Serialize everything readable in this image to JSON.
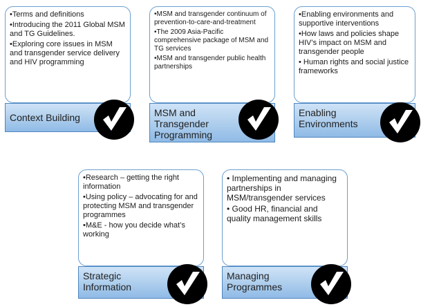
{
  "cards": [
    {
      "label": "Context Building",
      "bullets": [
        "•Terms and definitions",
        "•Introducing the 2011 Global MSM and TG Guidelines.",
        "•Exploring core issues in MSM and transgender service delivery and HIV programming"
      ]
    },
    {
      "label": "MSM and Transgender Programming",
      "bullets": [
        "•MSM and transgender continuum of prevention-to-care-and-treatment",
        "•The 2009 Asia-Pacific comprehensive package of MSM and TG services",
        "•MSM and transgender public health partnerships"
      ]
    },
    {
      "label": "Enabling Environments",
      "bullets": [
        "•Enabling environments and supportive interventions",
        "•How laws and policies shape HIV’s impact on MSM and transgender people",
        "• Human rights and social justice frameworks"
      ]
    },
    {
      "label": "Strategic Information",
      "bullets": [
        "•Research – getting the right information",
        "•Using policy – advocating for and protecting MSM and transgender programmes",
        "•M&E - how you decide what’s working"
      ]
    },
    {
      "label": "Managing Programmes",
      "bullets": [
        "• Implementing and managing partnerships in MSM/transgender services",
        "• Good HR, financial and quality management skills"
      ]
    }
  ],
  "icon": "checkmark-icon",
  "colors": {
    "label_fill": "#a9cbee",
    "border": "#4c86bf",
    "icon": "#000000"
  }
}
